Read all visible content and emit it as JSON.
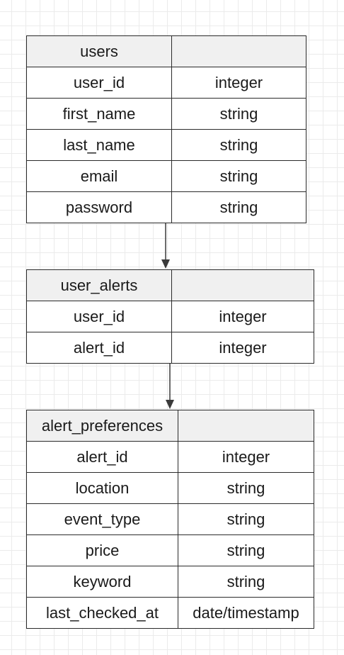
{
  "tables": {
    "users": {
      "name": "users",
      "rows": [
        {
          "field": "user_id",
          "type": "integer"
        },
        {
          "field": "first_name",
          "type": "string"
        },
        {
          "field": "last_name",
          "type": "string"
        },
        {
          "field": "email",
          "type": "string"
        },
        {
          "field": "password",
          "type": "string"
        }
      ]
    },
    "user_alerts": {
      "name": "user_alerts",
      "rows": [
        {
          "field": "user_id",
          "type": "integer"
        },
        {
          "field": "alert_id",
          "type": "integer"
        }
      ]
    },
    "alert_preferences": {
      "name": "alert_preferences",
      "rows": [
        {
          "field": "alert_id",
          "type": "integer"
        },
        {
          "field": "location",
          "type": "string"
        },
        {
          "field": "event_type",
          "type": "string"
        },
        {
          "field": "price",
          "type": "string"
        },
        {
          "field": "keyword",
          "type": "string"
        },
        {
          "field": "last_checked_at",
          "type": "date/timestamp"
        }
      ]
    }
  },
  "colors": {
    "border": "#2b2b2b",
    "header_bg": "#f0f0f0",
    "grid": "#ebebeb",
    "arrow": "#3a3a3a"
  }
}
